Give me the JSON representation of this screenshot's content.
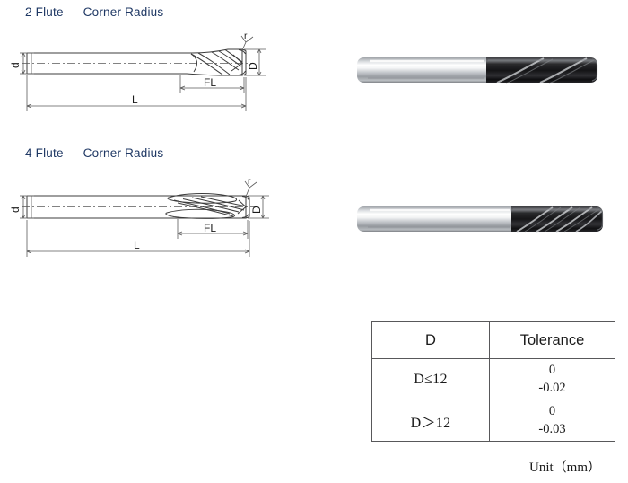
{
  "page": {
    "unit_note": "Unit（mm）"
  },
  "sections": [
    {
      "flute_label": "2 Flute",
      "type_label": "Corner Radius",
      "flute_count": 2,
      "dimensions": {
        "shank_diameter": "d",
        "cutting_diameter": "D",
        "overall_length": "L",
        "flute_length": "FL",
        "corner_radius": "r"
      }
    },
    {
      "flute_label": "4 Flute",
      "type_label": "Corner Radius",
      "flute_count": 4,
      "dimensions": {
        "shank_diameter": "d",
        "cutting_diameter": "D",
        "overall_length": "L",
        "flute_length": "FL",
        "corner_radius": "r"
      }
    }
  ],
  "tolerance_table": {
    "headers": [
      "D",
      "Tolerance"
    ],
    "rows": [
      {
        "range": "D≤12",
        "upper": "0",
        "lower": "-0.02"
      },
      {
        "range": "D＞12",
        "upper": "0",
        "lower": "-0.03"
      }
    ]
  },
  "colors": {
    "heading": "#1f3864",
    "line": "#3c3c3c",
    "table_border": "#58585a",
    "shank_light": "#f2f2f2",
    "shank_mid": "#b9bcc0",
    "shank_dark": "#7e8288",
    "coating_dark": "#1b1b1d",
    "coating_mid": "#4a4a4e",
    "coating_light": "#9a9a9e"
  }
}
